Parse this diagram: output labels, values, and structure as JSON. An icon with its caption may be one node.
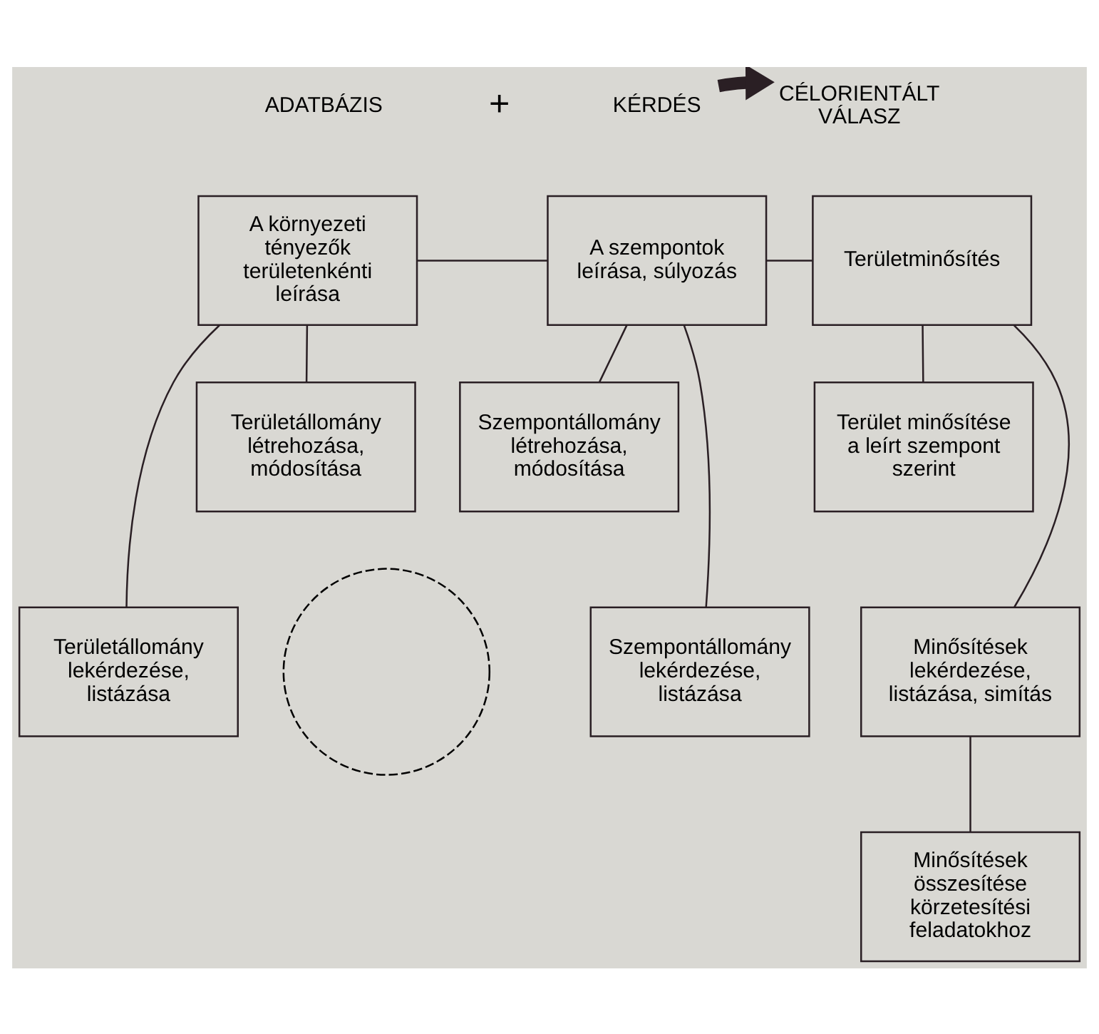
{
  "diagram": {
    "nodes": [
      {
        "text": [
          "ADATBÁZIS"
        ]
      },
      {
        "text": [
          "KÉRDÉS"
        ]
      },
      {
        "text": [
          "CÉLORIENTÁLT VÁLASZ"
        ]
      },
      {
        "text": [
          "A környezeti tényezők területenkénti leírása"
        ]
      },
      {
        "text": [
          "Területállomány létrehozása, módosítása"
        ]
      },
      {
        "text": [
          "Területállomány lekérdezése, listázása"
        ]
      },
      {
        "text": [
          "A szempontok leírása, súlyozás"
        ]
      },
      {
        "text": [
          "Szempontállomány létrehozása, módosítása"
        ]
      },
      {
        "text": [
          "Szempontállomány lekérdezése, listázása"
        ]
      },
      {
        "text": [
          "Területminősítés"
        ]
      },
      {
        "text": [
          "Terület minősítése a leírt szempont szerint"
        ]
      },
      {
        "text": [
          "Minősítések lekérdezése, listázása, simítás"
        ]
      },
      {
        "text": [
          "Minősítések összesítése körzetesítési feladatokhoz"
        ]
      },
      {
        "text": [],
        "shape": "circle"
      }
    ],
    "edges": [
      {
        "from": 1,
        "to": 2,
        "arrow": "to",
        "style": "thick"
      },
      {
        "from": 3,
        "to": 6,
        "arrow": "none"
      },
      {
        "from": 6,
        "to": 9,
        "arrow": "none"
      },
      {
        "from": 3,
        "to": 4,
        "arrow": "none"
      },
      {
        "from": 3,
        "to": 5,
        "arrow": "none"
      },
      {
        "from": 6,
        "to": 7,
        "arrow": "none"
      },
      {
        "from": 6,
        "to": 8,
        "arrow": "none"
      },
      {
        "from": 9,
        "to": 10,
        "arrow": "none"
      },
      {
        "from": 9,
        "to": 11,
        "arrow": "none"
      },
      {
        "from": 11,
        "to": 12,
        "arrow": "none"
      }
    ],
    "labels": [
      "+"
    ]
  }
}
